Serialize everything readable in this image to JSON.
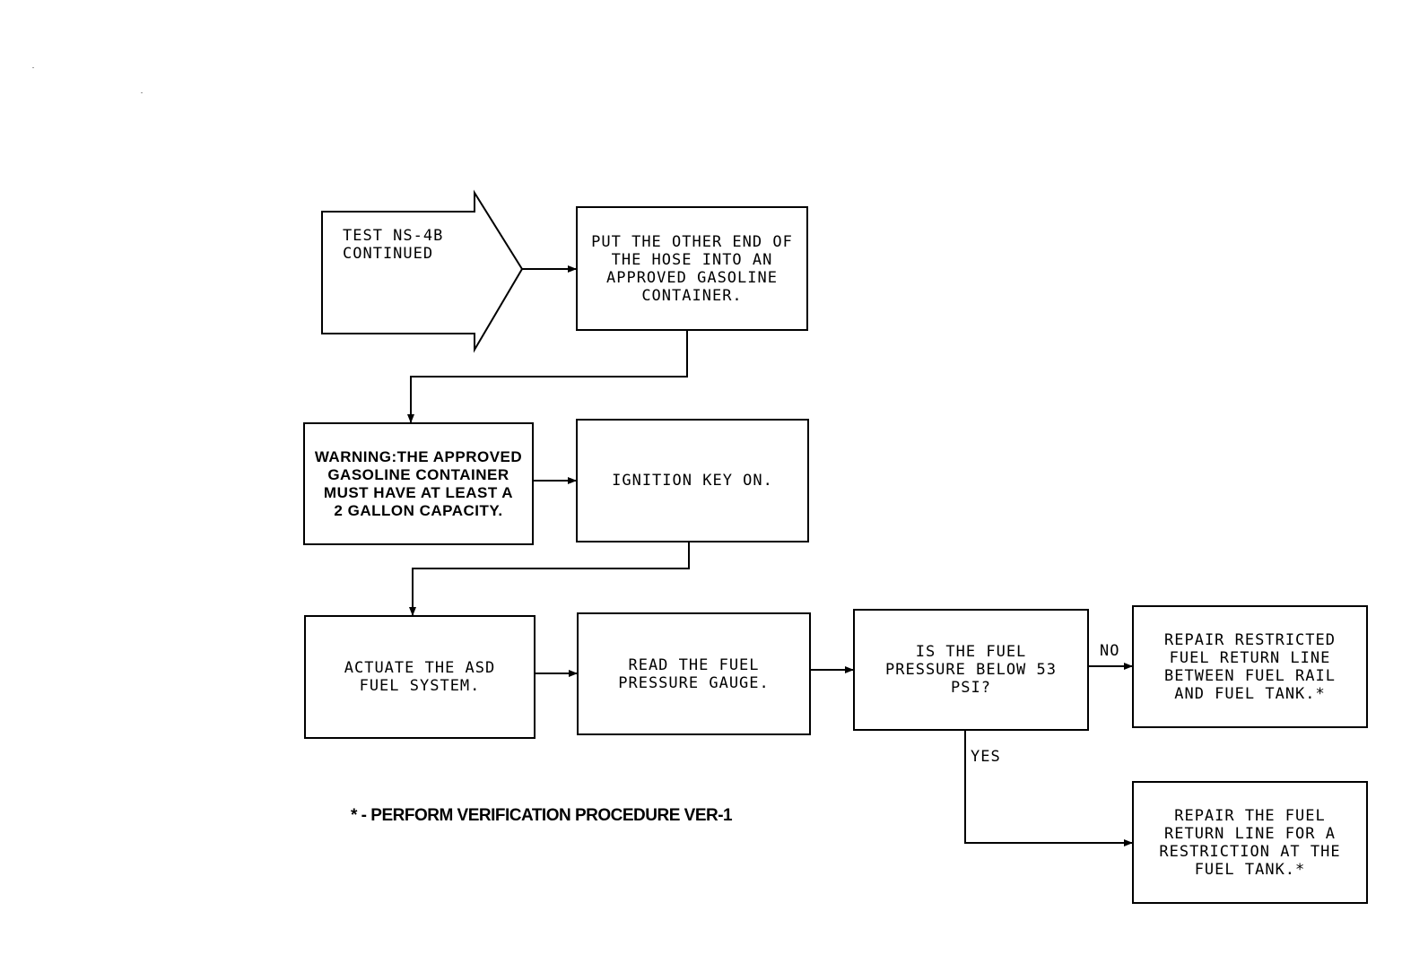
{
  "start": {
    "text": "TEST NS-4B\nCONTINUED"
  },
  "nodes": {
    "put_hose": "PUT THE OTHER END OF\nTHE HOSE INTO AN\nAPPROVED GASOLINE\nCONTAINER.",
    "warning": "WARNING:THE APPROVED\nGASOLINE CONTAINER\nMUST HAVE AT LEAST A\n2 GALLON CAPACITY.",
    "ignition": "IGNITION KEY ON.",
    "actuate": "ACTUATE THE ASD\nFUEL SYSTEM.",
    "read_gauge": "READ THE FUEL\nPRESSURE GAUGE.",
    "decision": "IS THE FUEL\nPRESSURE BELOW 53\nPSI?",
    "repair_restricted": "REPAIR RESTRICTED\nFUEL RETURN LINE\nBETWEEN FUEL RAIL\nAND FUEL TANK.*",
    "repair_tank": "REPAIR THE FUEL\nRETURN LINE FOR A\nRESTRICTION AT THE\nFUEL TANK.*"
  },
  "edge_labels": {
    "no": "NO",
    "yes": "YES"
  },
  "footnote": "* - PERFORM VERIFICATION PROCEDURE VER-1",
  "colors": {
    "ink": "#000000",
    "paper": "#ffffff"
  }
}
